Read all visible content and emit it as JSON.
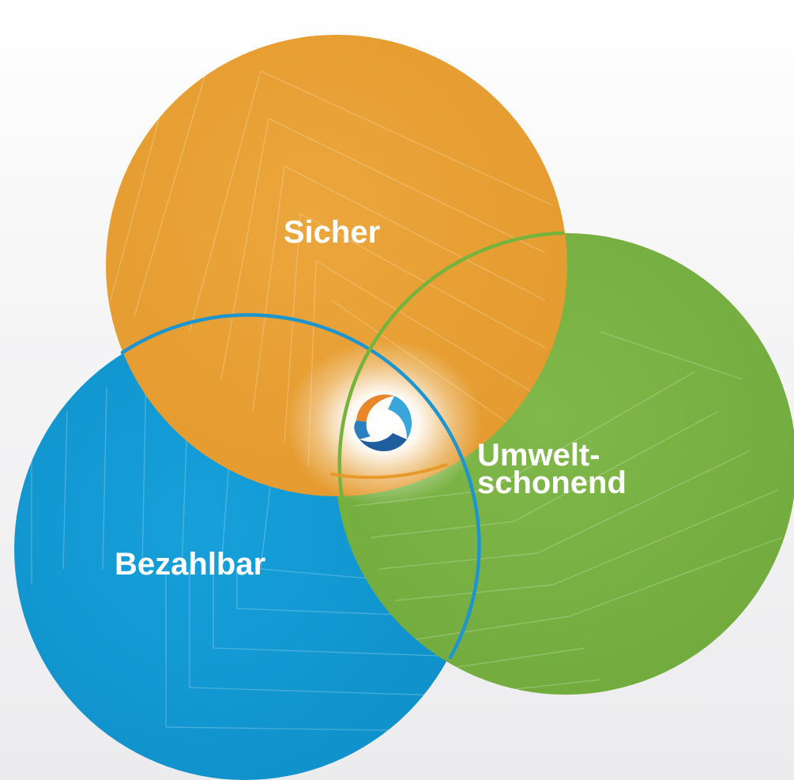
{
  "diagram": {
    "sets": [
      {
        "key": "orange",
        "label_lines": [
          "Sicher"
        ],
        "color": "#E8A034"
      },
      {
        "key": "blue",
        "label_lines": [
          "Bezahlbar"
        ],
        "color": "#1398D2"
      },
      {
        "key": "green",
        "label_lines": [
          "Umwelt-",
          "schonend"
        ],
        "color": "#7AB243"
      }
    ],
    "outline_colors": {
      "blue_circle_edge": "#1E95CF",
      "green_circle_edge": "#76B33D",
      "orange_bottom_edge": "#E79A2A"
    },
    "center_logo": {
      "icon": "swirl-logo-icon",
      "colors": [
        "#E8862A",
        "#3AA6D9",
        "#1F5E9E"
      ]
    }
  }
}
